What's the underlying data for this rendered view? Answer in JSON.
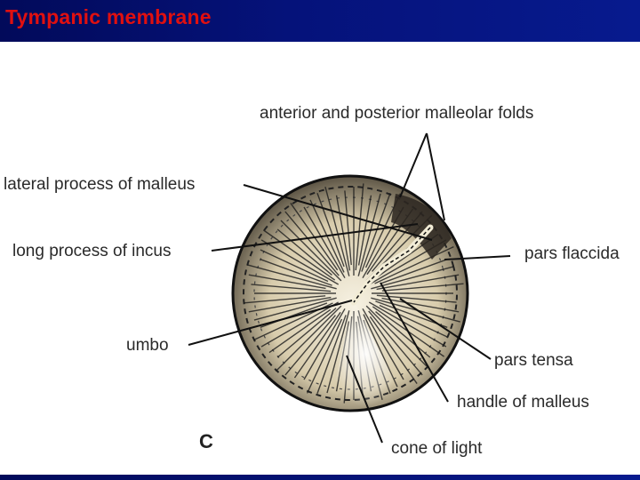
{
  "title": "Tympanic membrane",
  "figure_letter": "C",
  "labels": {
    "malleolar_folds": "anterior and posterior malleolar folds",
    "lateral_process": "lateral process of malleus",
    "long_process_incus": "long process of incus",
    "umbo": "umbo",
    "pars_flaccida": "pars flaccida",
    "pars_tensa": "pars tensa",
    "handle_malleus": "handle of malleus",
    "cone_of_light": "cone of light"
  },
  "colors": {
    "title_bar": "#05127a",
    "title_text": "#e01010",
    "membrane_fill": "#e8e0c8",
    "line": "#1a1a1a"
  }
}
